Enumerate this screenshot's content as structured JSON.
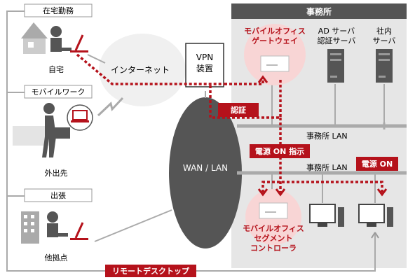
{
  "office": {
    "title": "事務所",
    "gateway": {
      "line1": "モバイルオフィス",
      "line2": "ゲートウェイ"
    },
    "ad_server": {
      "line1": "AD サーバ",
      "line2": "認証サーバ"
    },
    "internal_server": {
      "line1": "社内",
      "line2": "サーバ"
    },
    "lan_upper": "事務所 LAN",
    "lan_lower": "事務所 LAN",
    "segment_controller": {
      "line1": "モバイルオフィス",
      "line2": "セグメント",
      "line3": "コントローラ"
    }
  },
  "remote": {
    "home": {
      "tag": "在宅勤務",
      "label": "自宅"
    },
    "mobile": {
      "tag": "モバイルワーク",
      "label": "外出先"
    },
    "trip": {
      "tag": "出張",
      "label": "他拠点"
    }
  },
  "network": {
    "internet": "インターネット",
    "vpn": {
      "line1": "VPN",
      "line2": "装置"
    },
    "wan": "WAN / LAN"
  },
  "badges": {
    "auth": "認証",
    "power_on_instruction": "電源 ON 指示",
    "power_on": "電源 ON",
    "remote_desktop": "リモートデスクトップ"
  },
  "colors": {
    "accent": "#b5121b",
    "office_bg": "#e8e8e8",
    "dark": "#555555",
    "highlight": "#f8d8d8"
  }
}
